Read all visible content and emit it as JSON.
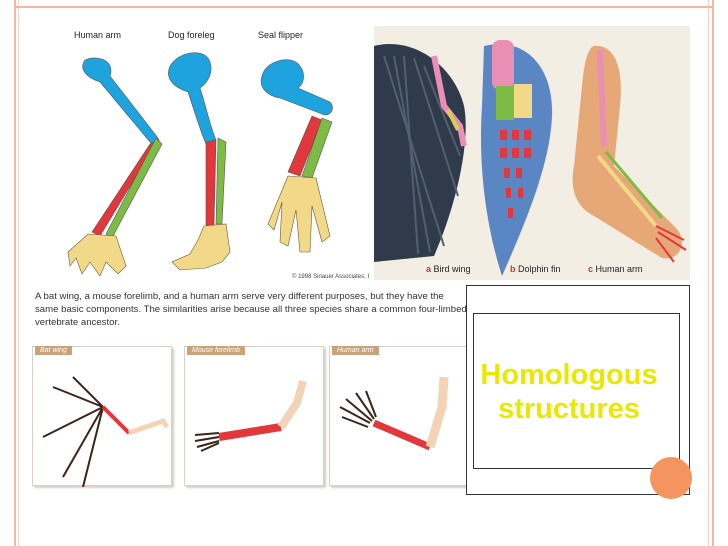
{
  "slide": {
    "title": "Homologous structures",
    "title_line1": "Homologous",
    "title_line2": "structures",
    "title_color": "#e8e800",
    "accent_color": "#f4945e",
    "frame_color": "#f2b8a2"
  },
  "top_left": {
    "labels": [
      "Human arm",
      "Dog foreleg",
      "Seal flipper"
    ],
    "credit": "© 1998 Sinauer Associates, I"
  },
  "top_right": {
    "labels": [
      {
        "letter": "a",
        "text": "Bird wing"
      },
      {
        "letter": "b",
        "text": "Dolphin fin"
      },
      {
        "letter": "c",
        "text": "Human arm"
      }
    ]
  },
  "caption": "A bat wing, a mouse forelimb, and a human arm serve very different purposes, but they have the same basic components. The similarities arise because all three species share a common four-limbed vertebrate ancestor.",
  "bottom": {
    "panels": [
      "Bat wing",
      "Mouse forelimb",
      "Human arm"
    ]
  },
  "bone_colors": {
    "humerus": "#1fa3df",
    "radius": "#e2383c",
    "ulna": "#7dbb45",
    "hand": "#f2d98a"
  }
}
